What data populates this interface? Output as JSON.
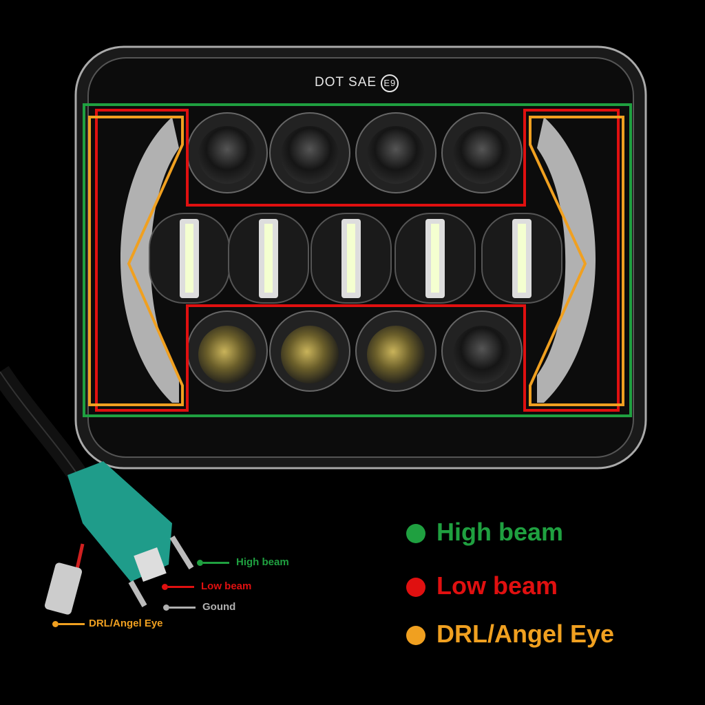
{
  "lamp": {
    "markings": "DOT SAE",
    "emark": "E9"
  },
  "wiring_labels": [
    {
      "text": "High beam",
      "color": "#1fa040"
    },
    {
      "text": "Low beam",
      "color": "#e01010"
    },
    {
      "text": "Gound",
      "color": "#b0b0b0"
    },
    {
      "text": "DRL/Angel Eye",
      "color": "#f0a020"
    }
  ],
  "legend": [
    {
      "text": "High beam",
      "color": "#1fa040"
    },
    {
      "text": "Low beam",
      "color": "#e01010"
    },
    {
      "text": "DRL/Angel Eye",
      "color": "#f0a020"
    }
  ],
  "colors": {
    "connector": "#1f9c8a",
    "high": "#1fa040",
    "low": "#e01010",
    "drl": "#f0a020"
  }
}
